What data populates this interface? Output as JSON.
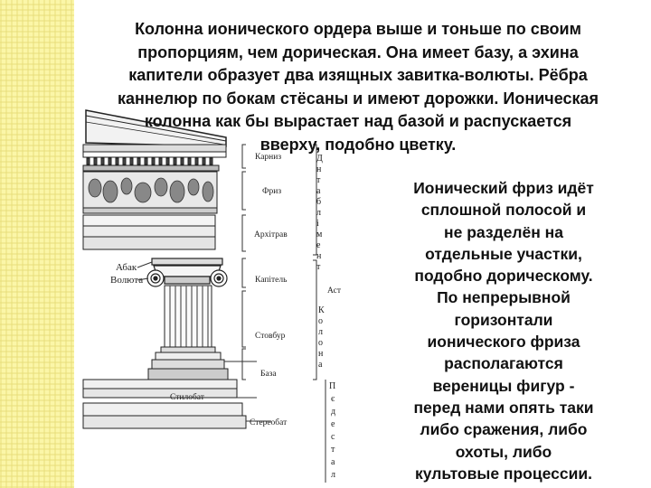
{
  "top_paragraph": [
    "Колонна ионического ордера выше и тоньше по своим",
    "пропорциям, чем дорическая. Она имеет базу, а эхина",
    "капители образует два изящных завитка-волюты. Рёбра",
    "каннелюр по бокам стёсаны и имеют дорожки. Ионическая",
    "колонна как бы вырастает над базой и распускается",
    "вверху, подобно цветку."
  ],
  "side_paragraph": [
    "Ионический фриз идёт",
    "сплошной полосой и",
    "не разделён на",
    "отдельные участки,",
    "подобно дорическому.",
    "По непрерывной",
    "горизонтали",
    "ионического фриза",
    "располагаются",
    "вереницы фигур -",
    "перед нами опять таки",
    "либо сражения, либо",
    "охоты, либо",
    "культовые процессии."
  ],
  "diagram": {
    "labels": {
      "karniz": "Карниз",
      "friz": "Фриз",
      "arkhitrav": "Архітрав",
      "kapitel": "Капітель",
      "stovbur": "Стовбур",
      "baza": "База",
      "stilobat": "Стилобат",
      "stereobat": "Стереобат",
      "abak": "Абак",
      "voluta": "Волюта",
      "ast": "Аст"
    },
    "vertical_antablement": [
      "Д",
      "н",
      "т",
      "а",
      "б",
      "л",
      "і",
      "м",
      "е",
      "н",
      "т"
    ],
    "vertical_kolona": [
      "К",
      "о",
      "л",
      "о",
      "н",
      "а"
    ],
    "vertical_bottom": [
      "П",
      "є",
      "д",
      "е",
      "с",
      "т",
      "а",
      "л"
    ]
  }
}
